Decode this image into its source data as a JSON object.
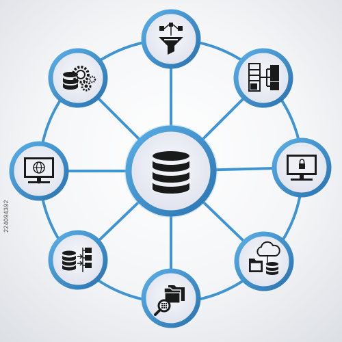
{
  "diagram": {
    "hub": {
      "name": "database-hub",
      "icon": "database-icon"
    },
    "spokes": [
      {
        "name": "node-data-filter",
        "icon": "data-funnel-filter-icon"
      },
      {
        "name": "node-server-hierarchy",
        "icon": "server-hierarchy-icon"
      },
      {
        "name": "node-secure-monitor",
        "icon": "lock-monitor-icon"
      },
      {
        "name": "node-cloud-storage",
        "icon": "cloud-folder-database-icon"
      },
      {
        "name": "node-file-search",
        "icon": "folder-search-icon"
      },
      {
        "name": "node-data-transfer",
        "icon": "database-transfer-icon"
      },
      {
        "name": "node-web-network",
        "icon": "globe-monitor-icon"
      },
      {
        "name": "node-database-settings",
        "icon": "database-gear-icon"
      }
    ],
    "colors": {
      "ring": "#3f95d2",
      "ring_dark": "#2b74b0",
      "connector": "#3f95d2",
      "node_fill": "#eef0f6",
      "icon": "#1a1a1a"
    }
  },
  "watermark": {
    "text": "224094392"
  }
}
